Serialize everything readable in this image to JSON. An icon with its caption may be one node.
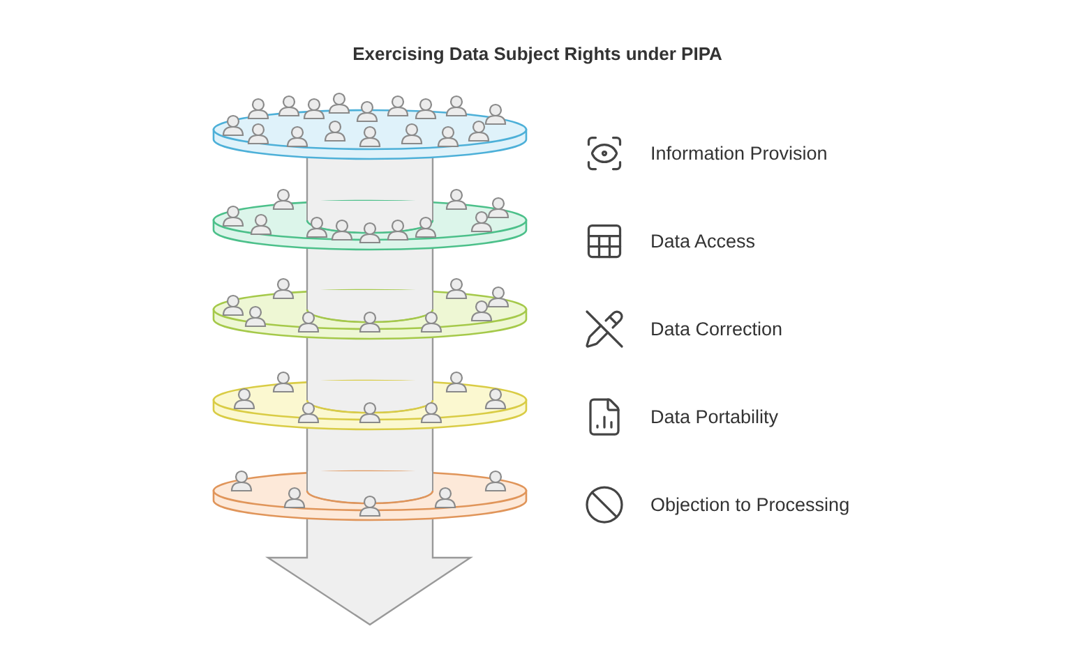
{
  "diagram": {
    "title": "Exercising Data Subject Rights under PIPA",
    "nodes": [
      {
        "text": [],
        "shape": "disc"
      },
      {
        "text": [],
        "shape": "disc"
      },
      {
        "text": [],
        "shape": "disc"
      },
      {
        "text": [],
        "shape": "disc"
      },
      {
        "text": [],
        "shape": "disc"
      }
    ],
    "labels": [
      "Information Provision",
      "Data Access",
      "Data Correction",
      "Data Portability",
      "Objection to Processing"
    ]
  }
}
